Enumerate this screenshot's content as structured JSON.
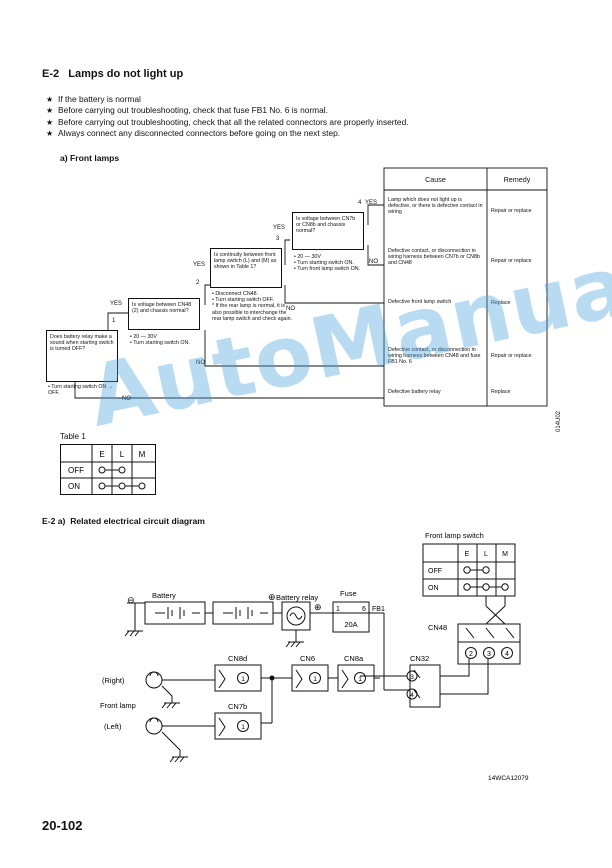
{
  "section": {
    "number": "E-2",
    "title": "Lamps do not light up"
  },
  "bullets": [
    "If the battery is normal",
    "Before carrying out troubleshooting, check that fuse FB1 No. 6 is normal.",
    "Before carrying out troubleshooting, check that all the related connectors are properly inserted.",
    "Always connect any disconnected connectors before going on the next step."
  ],
  "subsection_a": "a)  Front lamps",
  "flowchart": {
    "q1": {
      "num": "1",
      "text": "Does battery relay make a sound when starting switch is turned OFF?",
      "note": "Turn starting switch ON → OFF."
    },
    "q2": {
      "num": "2",
      "text": "Is voltage between CN48 (2) and chassis normal?",
      "notes": [
        "20 — 30V",
        "Turn starting switch ON."
      ]
    },
    "q3": {
      "num": "3",
      "text": "Is continuity between front lamp switch (L) and (M) as shown in Table 1?",
      "notes": [
        "Disconnect CN48.",
        "Turn starting switch OFF.",
        "If the rear lamp is normal, it is also possible to interchange the rear lamp switch and check again."
      ]
    },
    "q4": {
      "num": "4",
      "text": "Is voltage between CN7b or CN8b and chassis normal?",
      "notes": [
        "20 — 30V",
        "Turn starting switch ON.",
        "Turn front lamp switch ON."
      ]
    },
    "yes": "YES",
    "no": "NO"
  },
  "cause_table": {
    "headers": [
      "Cause",
      "Remedy"
    ],
    "rows": [
      {
        "cause": "Lamp which does not light up is defective, or there is defective contact in wiring",
        "remedy": "Repair or replace"
      },
      {
        "cause": "Defective contact, or disconnection in wiring harness between CN7b or CN8b and CN48",
        "remedy": "Repair or replace"
      },
      {
        "cause": "Defective front lamp switch",
        "remedy": "Replace"
      },
      {
        "cause": "Defective contact, or disconnection in wiring harness between CN48 and fuse FB1 No. 6",
        "remedy": "Repair or replace"
      },
      {
        "cause": "Defective battery relay",
        "remedy": "Replace"
      }
    ]
  },
  "side_code": "014U02",
  "table1": {
    "title": "Table 1",
    "columns": [
      "E",
      "L",
      "M"
    ],
    "rows": [
      "OFF",
      "ON"
    ]
  },
  "diagram": {
    "heading_prefix": "E-2 a)",
    "heading": "Related electrical circuit diagram",
    "switch_title": "Front lamp switch",
    "switch_columns": [
      "E",
      "L",
      "M"
    ],
    "switch_rows": [
      "OFF",
      "ON"
    ],
    "labels": {
      "battery": "Battery",
      "battery_relay": "Battery relay",
      "fuse": "Fuse",
      "fuse_pin_left": "1",
      "fuse_pin_right": "6",
      "fuse_id": "FB1",
      "fuse_rating": "20A",
      "cn48": "CN48",
      "cn8d": "CN8d",
      "cn6": "CN6",
      "cn8a": "CN8a",
      "cn32": "CN32",
      "cn7b": "CN7b",
      "right": "(Right)",
      "front_lamp": "Front lamp",
      "left": "(Left)",
      "pin_1": "1",
      "pin_2": "2",
      "pin_3": "3",
      "pin_4": "4",
      "minus": "⊖",
      "plus": "⊕"
    },
    "code": "14WCA12079"
  },
  "page_number": "20-102",
  "watermark": "AutoManual"
}
